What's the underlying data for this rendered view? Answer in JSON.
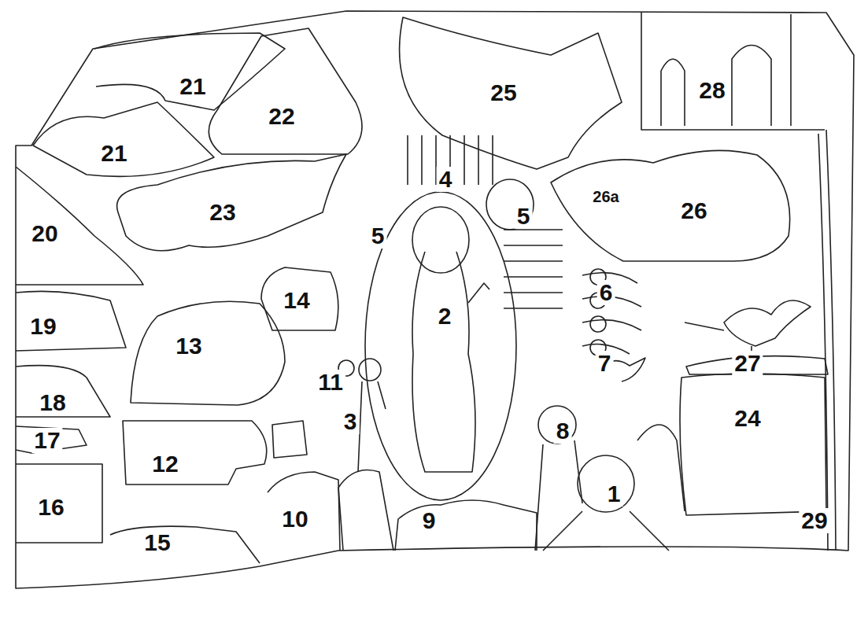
{
  "diagram": {
    "labels": [
      "21",
      "22",
      "25",
      "28",
      "21",
      "4",
      "26a",
      "26",
      "20",
      "23",
      "5",
      "5",
      "2",
      "6",
      "14",
      "19",
      "13",
      "11",
      "27",
      "7",
      "18",
      "3",
      "8",
      "24",
      "17",
      "12",
      "16",
      "1",
      "10",
      "9",
      "15",
      "29"
    ]
  }
}
